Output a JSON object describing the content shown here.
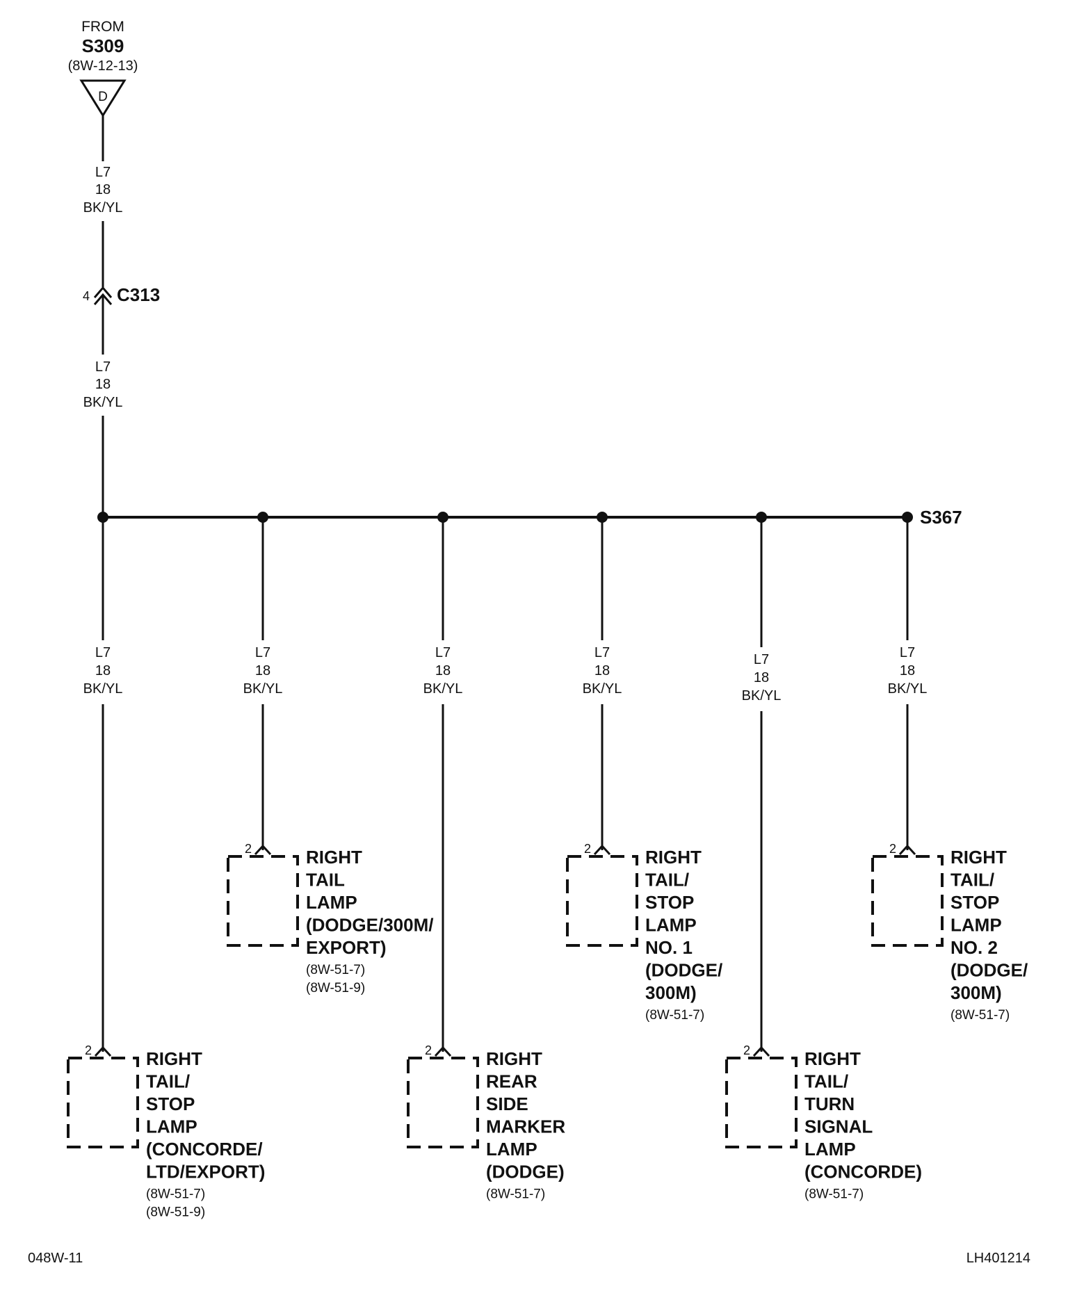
{
  "source": {
    "from_label": "FROM",
    "splice_id": "S309",
    "page_ref": "(8W-12-13)",
    "connector_letter": "D"
  },
  "upper_wire": {
    "circuit": "L7",
    "gauge": "18",
    "color": "BK/YL"
  },
  "inline_connector": {
    "pin": "4",
    "id": "C313"
  },
  "lower_wire": {
    "circuit": "L7",
    "gauge": "18",
    "color": "BK/YL"
  },
  "splice": {
    "id": "S367"
  },
  "branches": [
    {
      "wire": {
        "circuit": "L7",
        "gauge": "18",
        "color": "BK/YL"
      },
      "pin": "2",
      "label_lines": [
        "RIGHT",
        "TAIL/",
        "STOP",
        "LAMP",
        "(CONCORDE/",
        "LTD/EXPORT)"
      ],
      "refs": [
        "(8W-51-7)",
        "(8W-51-9)"
      ]
    },
    {
      "wire": {
        "circuit": "L7",
        "gauge": "18",
        "color": "BK/YL"
      },
      "pin": "2",
      "label_lines": [
        "RIGHT",
        "TAIL",
        "LAMP",
        "(DODGE/300M/",
        "EXPORT)"
      ],
      "refs": [
        "(8W-51-7)",
        "(8W-51-9)"
      ]
    },
    {
      "wire": {
        "circuit": "L7",
        "gauge": "18",
        "color": "BK/YL"
      },
      "pin": "2",
      "label_lines": [
        "RIGHT",
        "REAR",
        "SIDE",
        "MARKER",
        "LAMP",
        "(DODGE)"
      ],
      "refs": [
        "(8W-51-7)"
      ]
    },
    {
      "wire": {
        "circuit": "L7",
        "gauge": "18",
        "color": "BK/YL"
      },
      "pin": "2",
      "label_lines": [
        "RIGHT",
        "TAIL/",
        "STOP",
        "LAMP",
        "NO. 1",
        "(DODGE/",
        "300M)"
      ],
      "refs": [
        "(8W-51-7)"
      ]
    },
    {
      "wire": {
        "circuit": "L7",
        "gauge": "18",
        "color": "BK/YL"
      },
      "pin": "2",
      "label_lines": [
        "RIGHT",
        "TAIL/",
        "TURN",
        "SIGNAL",
        "LAMP",
        "(CONCORDE)"
      ],
      "refs": [
        "(8W-51-7)"
      ]
    },
    {
      "wire": {
        "circuit": "L7",
        "gauge": "18",
        "color": "BK/YL"
      },
      "pin": "2",
      "label_lines": [
        "RIGHT",
        "TAIL/",
        "STOP",
        "LAMP",
        "NO. 2",
        "(DODGE/",
        "300M)"
      ],
      "refs": [
        "(8W-51-7)"
      ]
    }
  ],
  "footer": {
    "left": "048W-11",
    "right": "LH401214"
  }
}
